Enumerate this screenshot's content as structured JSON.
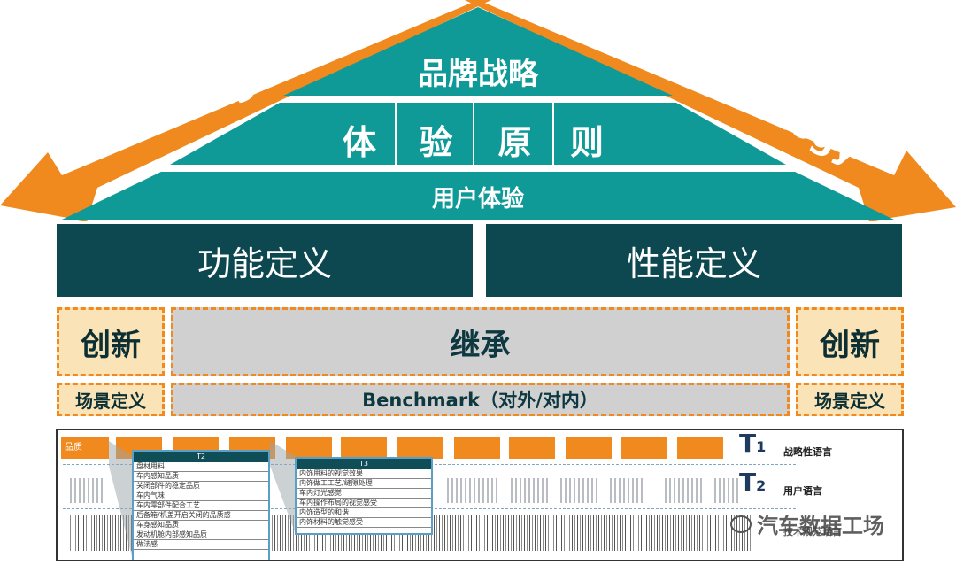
{
  "colors": {
    "teal": "#0f9a98",
    "dark_teal": "#0d4850",
    "orange": "#f08a1e",
    "light_orange": "#fbe3b8",
    "gray": "#d0d0d0"
  },
  "roof": {
    "top": "品牌战略",
    "principles": [
      "体",
      "验",
      "原",
      "则"
    ],
    "base": "用户体验",
    "left_arrow": "Design",
    "right_arrow": "Technology"
  },
  "blocks": {
    "left": "功能定义",
    "right": "性能定义"
  },
  "row3": {
    "left": "创新",
    "center": "继承",
    "right": "创新"
  },
  "row4": {
    "left": "场景定义",
    "center": "Benchmark（对外/对内）",
    "right": "场景定义"
  },
  "bottom": {
    "first_box": "品质",
    "popup_t2": {
      "title": "T2",
      "items": [
        "盘材用料",
        "车内感知品质",
        "关闭部件的稳定品质",
        "车内气味",
        "车内零部件配合工艺",
        "后备箱/机盖开启关闭的品质感",
        "车身感知品质",
        "发动机舱内部感知品质",
        "做法感"
      ]
    },
    "popup_t3": {
      "title": "T3",
      "items": [
        "内饰用料的视觉效果",
        "内饰做工工艺/缝隙处理",
        "车内灯光感觉",
        "车内操作布局的视觉感受",
        "内饰造型的和谐",
        "内饰材料的触觉感受"
      ]
    },
    "tiers": [
      {
        "label": "T",
        "num": "1",
        "desc": "战略性语言"
      },
      {
        "label": "T",
        "num": "2",
        "desc": "用户语言"
      },
      {
        "label": "",
        "num": "",
        "desc": "技术规范语言"
      }
    ],
    "watermark": "汽车数据工场"
  }
}
